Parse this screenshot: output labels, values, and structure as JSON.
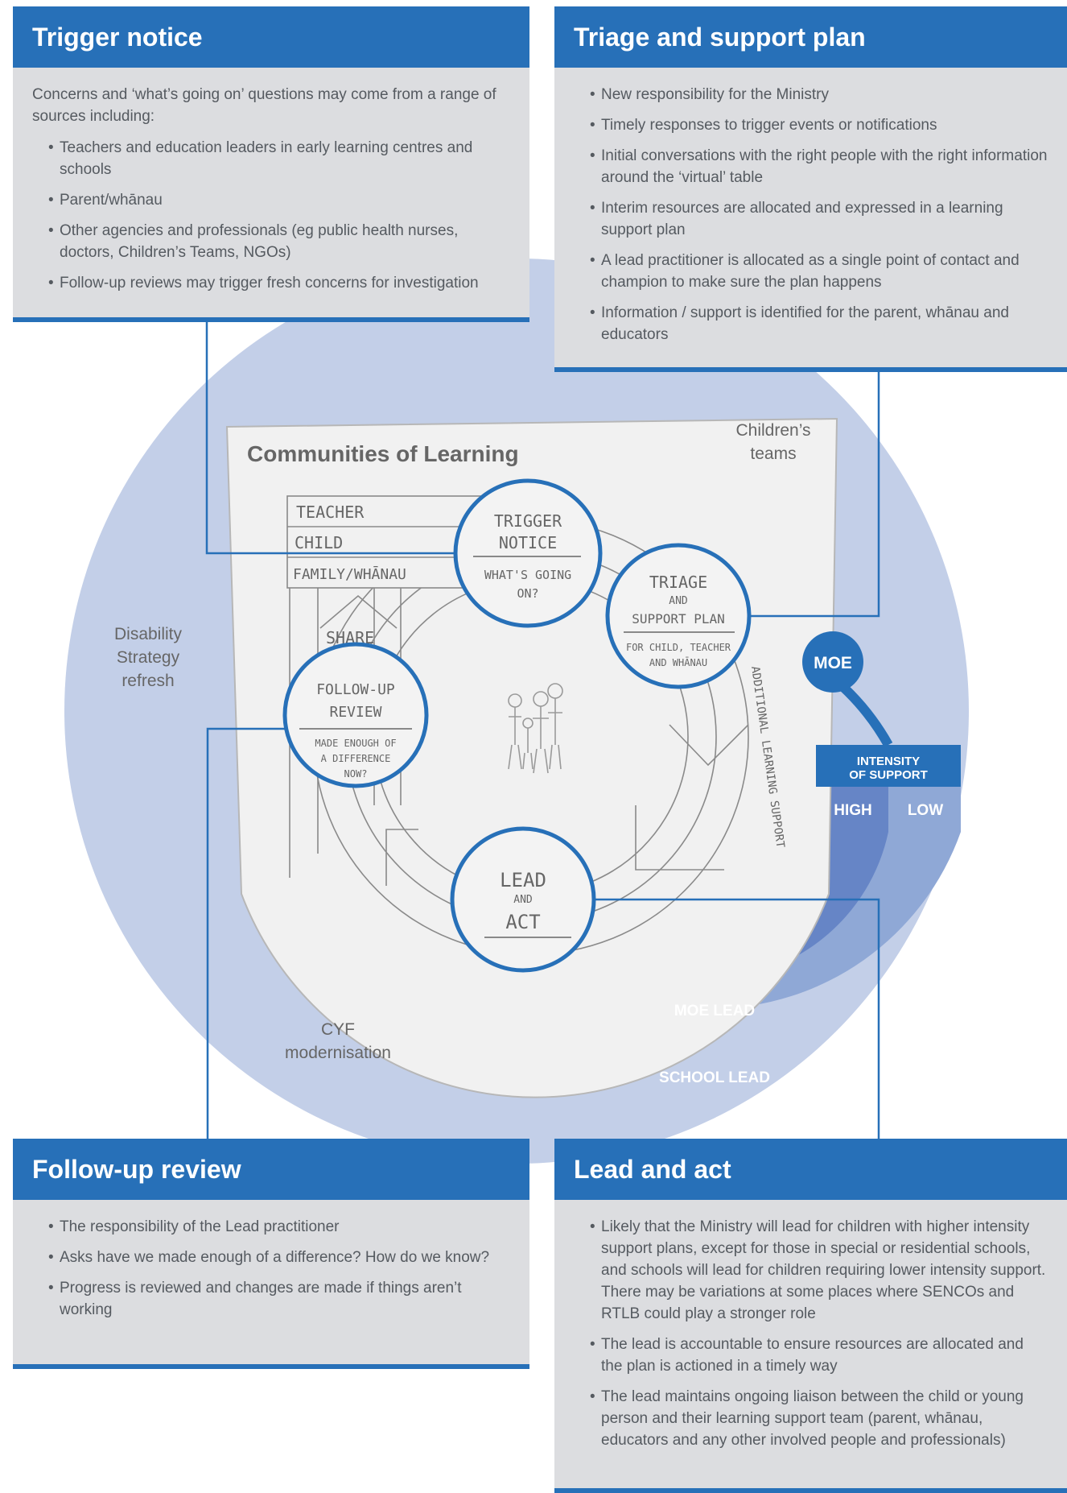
{
  "panels": {
    "trigger": {
      "title": "Trigger notice",
      "intro": "Concerns and ‘what’s going on’ questions may come from a range of sources including:",
      "items": [
        "Teachers and education leaders in early learning centres and schools",
        "Parent/whānau",
        "Other agencies and professionals (eg public health nurses, doctors, Children’s Teams, NGOs)",
        "Follow-up reviews may trigger fresh concerns for investigation"
      ]
    },
    "triage": {
      "title": "Triage and support plan",
      "items": [
        "New responsibility for the Ministry",
        "Timely responses to trigger events or notifications",
        "Initial conversations with the right people with the right information around the ‘virtual’ table",
        "Interim resources are allocated and expressed in a learning support plan",
        "A lead practitioner is allocated as a single point of contact and champion to make sure the plan happens",
        "Information / support is identified for the parent, whānau and educators"
      ]
    },
    "followup": {
      "title": "Follow-up review",
      "items": [
        "The responsibility of the Lead practitioner",
        "Asks have we made enough of a difference? How do we know?",
        "Progress is reviewed and changes are made if things aren’t working"
      ]
    },
    "lead": {
      "title": "Lead and act",
      "items": [
        "Likely that the Ministry will lead for children with higher intensity support plans, except for those in special or residential schools, and schools will lead for children requiring lower intensity support. There may be variations at some places where SENCOs and RTLB could play a stronger role",
        "The lead is accountable to ensure resources are allocated and the plan is actioned in a timely way",
        "The lead maintains ongoing liaison between the child or young person and their learning support team (parent, whānau, educators and any other involved people and professionals)"
      ]
    }
  },
  "outer_labels": {
    "childrens_teams": [
      "Children’s",
      "teams"
    ],
    "disability": [
      "Disability",
      "Strategy",
      "refresh"
    ],
    "cyf": [
      "CYF",
      "modernisation"
    ]
  },
  "sketch": {
    "title": "Communities of Learning",
    "tabs": [
      "TEACHER",
      "CHILD",
      "FAMILY/WHĀNAU"
    ],
    "share": "SHARE",
    "additional": "ADDITIONAL LEARNING SUPPORT",
    "circles": {
      "trigger": {
        "top": [
          "TRIGGER",
          "NOTICE"
        ],
        "bottom": [
          "WHAT'S GOING",
          "ON?"
        ]
      },
      "triage": {
        "top": [
          "TRIAGE",
          "AND",
          "SUPPORT PLAN"
        ],
        "bottom": [
          "FOR CHILD, TEACHER",
          "AND WHĀNAU"
        ]
      },
      "followup": {
        "top": [
          "FOLLOW-UP",
          "REVIEW"
        ],
        "bottom": [
          "MADE ENOUGH OF",
          "A DIFFERENCE",
          "NOW?"
        ]
      },
      "lead": {
        "top": [
          "LEAD",
          "AND",
          "ACT"
        ]
      }
    }
  },
  "support": {
    "moe": "MOE",
    "intensity": [
      "INTENSITY",
      "OF SUPPORT"
    ],
    "high": "HIGH",
    "low": "LOW",
    "moe_lead": "MOE LEAD",
    "school_lead": "SCHOOL LEAD"
  },
  "colors": {
    "brand_blue": "#2770b8",
    "panel_grey": "#dcdde0",
    "bg_circle": "#c3cfe8",
    "lead_outer": "#8fa8d6",
    "lead_inner": "#6685c6",
    "body_text": "#555a60"
  }
}
